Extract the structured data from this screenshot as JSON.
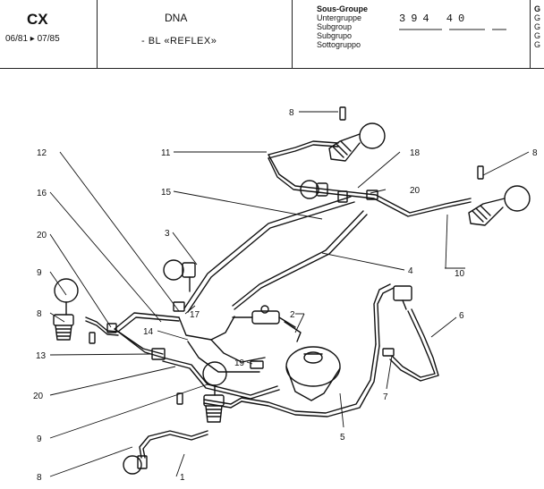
{
  "header": {
    "model": "CX",
    "dates": "06/81 ▸ 07/85",
    "desc_line1": "DNA",
    "desc_line2": "- BL «REFLEX»",
    "subgroup_lines": [
      "Sous-Groupe",
      "Untergruppe",
      "Subgroup",
      "Subgrupo",
      "Sottogruppo"
    ],
    "code": "394 40",
    "right_letters": [
      "G",
      "G",
      "G",
      "G",
      "G"
    ]
  },
  "callouts": [
    {
      "id": "c8a",
      "text": "8"
    },
    {
      "id": "c11",
      "text": "11"
    },
    {
      "id": "c12",
      "text": "12"
    },
    {
      "id": "c18",
      "text": "18"
    },
    {
      "id": "c8b",
      "text": "8"
    },
    {
      "id": "c16",
      "text": "16"
    },
    {
      "id": "c15",
      "text": "15"
    },
    {
      "id": "c20a",
      "text": "20"
    },
    {
      "id": "c3",
      "text": "3"
    },
    {
      "id": "c20b",
      "text": "20"
    },
    {
      "id": "c4",
      "text": "4"
    },
    {
      "id": "c10",
      "text": "10"
    },
    {
      "id": "c9a",
      "text": "9"
    },
    {
      "id": "c17",
      "text": "17"
    },
    {
      "id": "c2",
      "text": "2"
    },
    {
      "id": "c8c",
      "text": "8"
    },
    {
      "id": "c6",
      "text": "6"
    },
    {
      "id": "c14",
      "text": "14"
    },
    {
      "id": "c13",
      "text": "13"
    },
    {
      "id": "c19",
      "text": "19"
    },
    {
      "id": "c20c",
      "text": "20"
    },
    {
      "id": "c7",
      "text": "7"
    },
    {
      "id": "c9b",
      "text": "9"
    },
    {
      "id": "c5",
      "text": "5"
    },
    {
      "id": "c8d",
      "text": "8"
    },
    {
      "id": "c1",
      "text": "1"
    }
  ]
}
